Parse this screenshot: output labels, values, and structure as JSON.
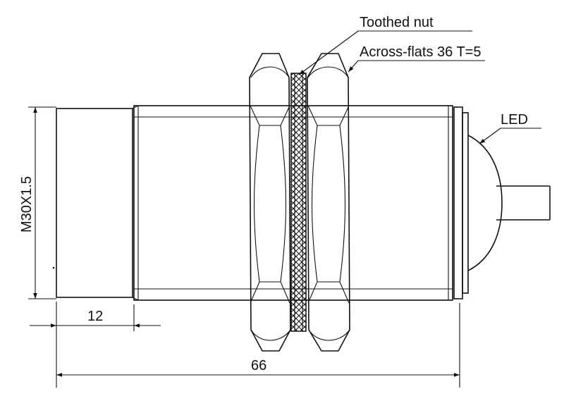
{
  "labels": {
    "toothed_nut": "Toothed nut",
    "across_flats": "Across-flats 36 T=5",
    "led": "LED",
    "thread": "M30X1.5",
    "dim_sensing_face": "12",
    "dim_total_length": "66"
  }
}
